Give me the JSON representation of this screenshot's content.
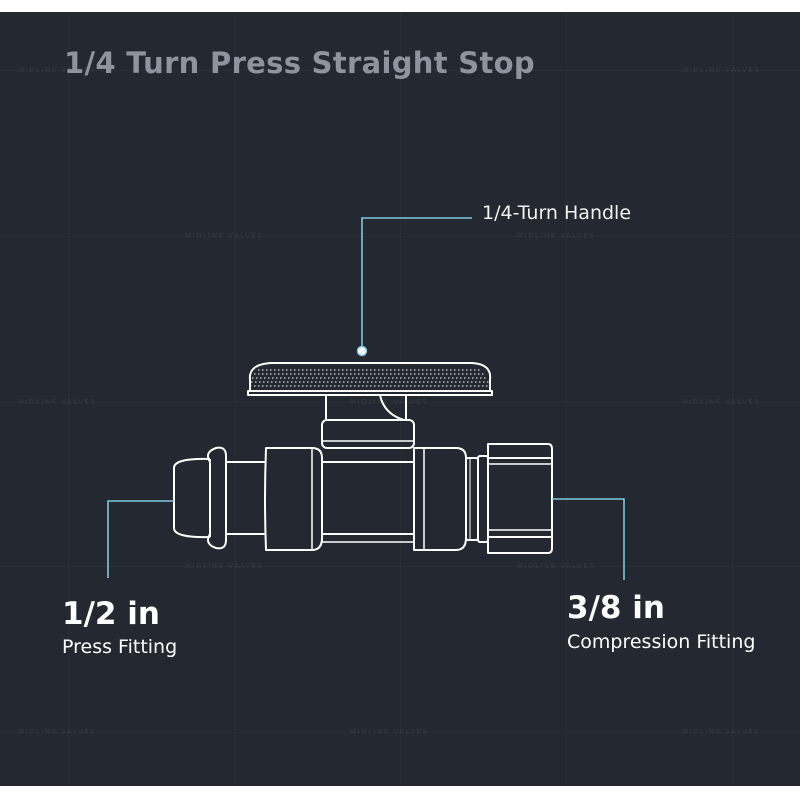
{
  "title": "1/4 Turn Press Straight Stop",
  "callouts": {
    "handle": "1/4-Turn Handle",
    "left_size": "1/2 in",
    "left_type": "Press Fitting",
    "right_size": "3/8 in",
    "right_type": "Compression Fitting"
  },
  "watermark": "MIDLINE VALVES",
  "colors": {
    "background": "#242830",
    "outline": "#ffffff",
    "callout_line": "#7fc8e0",
    "title": "#8e949e"
  }
}
